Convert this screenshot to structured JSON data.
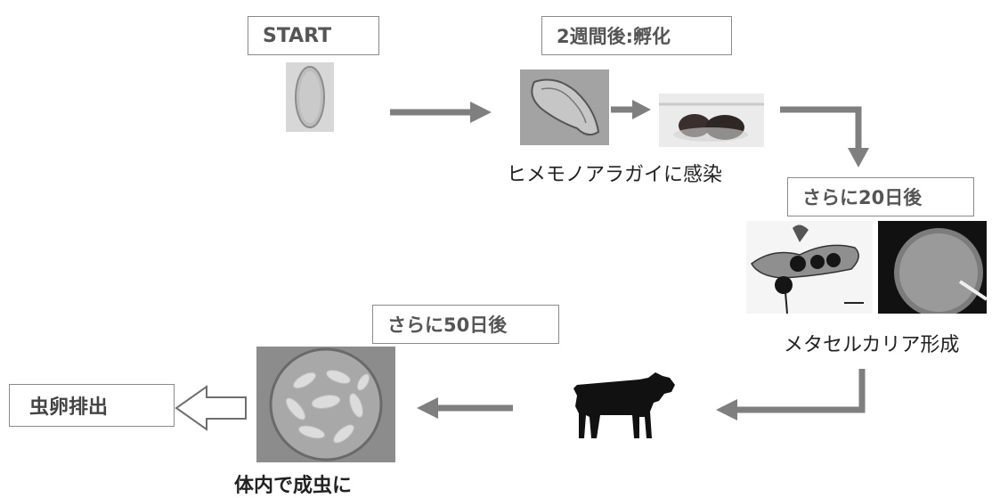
{
  "stages": {
    "start_label": "START",
    "hatch_label": "2週間後:孵化",
    "day20_label": "さらに20日後",
    "day50_label": "さらに50日後",
    "egg_release_label": "虫卵排出"
  },
  "captions": {
    "snail_infection": "ヒメモノアラガイに感染",
    "metacercaria": "メタセルカリア形成",
    "adult_in_body": "体内で成虫に"
  },
  "colors": {
    "arrow": "#7f7f7f",
    "box_border": "#8a8a8a",
    "label_text": "#555555"
  }
}
